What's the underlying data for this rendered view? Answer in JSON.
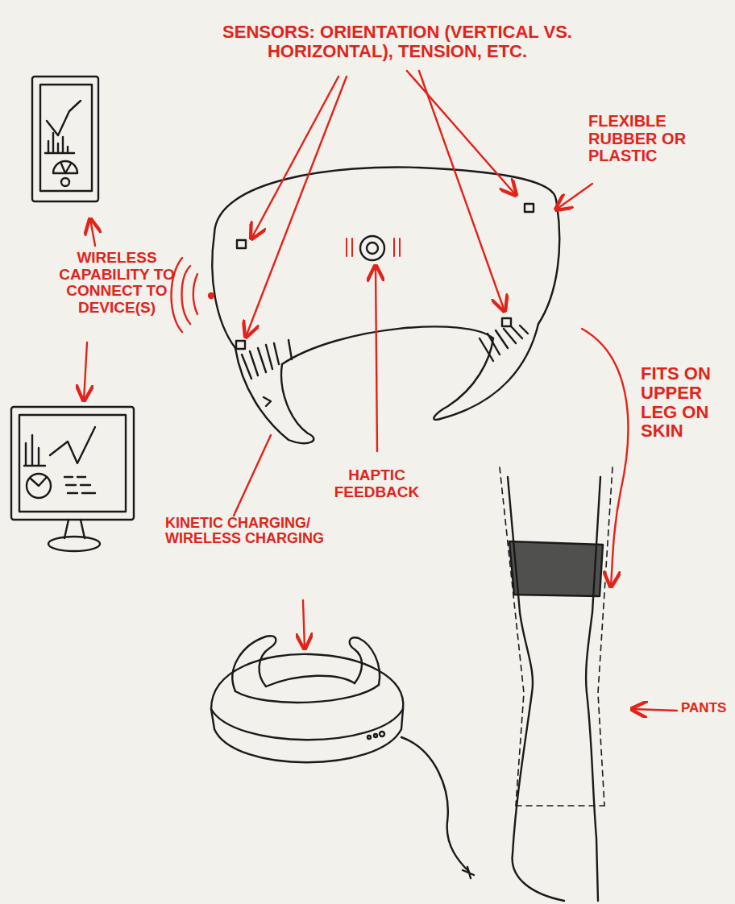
{
  "diagram": {
    "labels": [
      "SENSORS: ORIENTATION (VERTICAL VS. HORIZONTAL), TENSION, ETC.",
      "FLEXIBLE RUBBER OR PLASTIC",
      "WIRELESS CAPABILITY TO CONNECT TO DEVICE(S)",
      "FITS ON UPPER LEG ON SKIN",
      "HAPTIC FEEDBACK",
      "KINETIC CHARGING/ WIRELESS CHARGING",
      "PANTS"
    ]
  }
}
